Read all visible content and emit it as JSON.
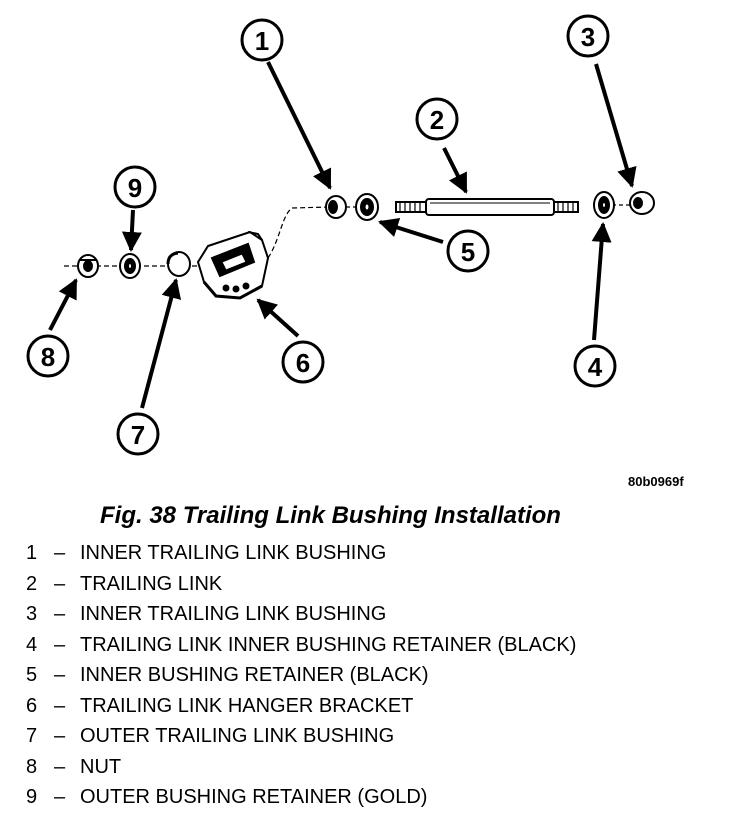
{
  "figure_code": "80b0969f",
  "caption": "Fig. 38 Trailing Link Bushing Installation",
  "callouts": [
    "1",
    "2",
    "3",
    "4",
    "5",
    "6",
    "7",
    "8",
    "9"
  ],
  "legend": [
    {
      "num": "1",
      "dash": "–",
      "text": "INNER TRAILING LINK BUSHING"
    },
    {
      "num": "2",
      "dash": "–",
      "text": "TRAILING LINK"
    },
    {
      "num": "3",
      "dash": "–",
      "text": "INNER TRAILING LINK BUSHING"
    },
    {
      "num": "4",
      "dash": "–",
      "text": "TRAILING LINK INNER BUSHING RETAINER (BLACK)"
    },
    {
      "num": "5",
      "dash": "–",
      "text": "INNER BUSHING RETAINER (BLACK)"
    },
    {
      "num": "6",
      "dash": "–",
      "text": "TRAILING LINK HANGER BRACKET"
    },
    {
      "num": "7",
      "dash": "–",
      "text": "OUTER TRAILING LINK BUSHING"
    },
    {
      "num": "8",
      "dash": "–",
      "text": "NUT"
    },
    {
      "num": "9",
      "dash": "–",
      "text": "OUTER BUSHING RETAINER (GOLD)"
    }
  ]
}
